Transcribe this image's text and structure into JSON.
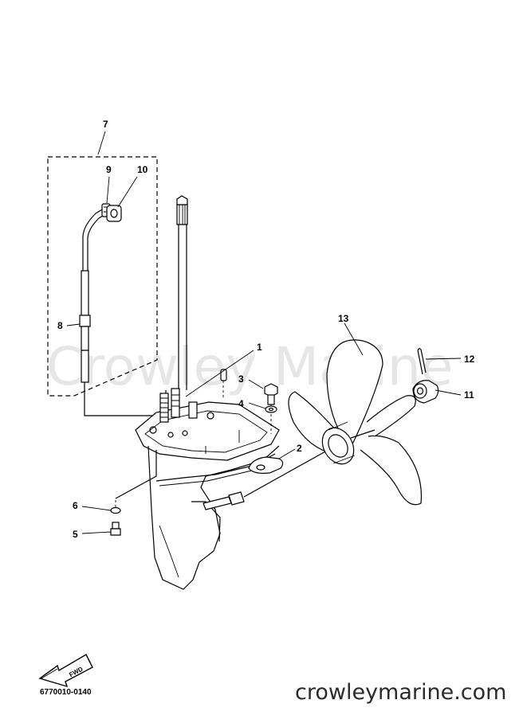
{
  "watermark": "Crowley Marine",
  "part_number": "6770010-0140",
  "site": "crowleymarine.com",
  "fwd_label": "FWD",
  "callouts": [
    "1",
    "2",
    "3",
    "4",
    "5",
    "6",
    "7",
    "8",
    "9",
    "10",
    "11",
    "12",
    "13"
  ],
  "colors": {
    "ink": "#000000",
    "watermark": "#e6e6e6",
    "background": "#ffffff"
  }
}
